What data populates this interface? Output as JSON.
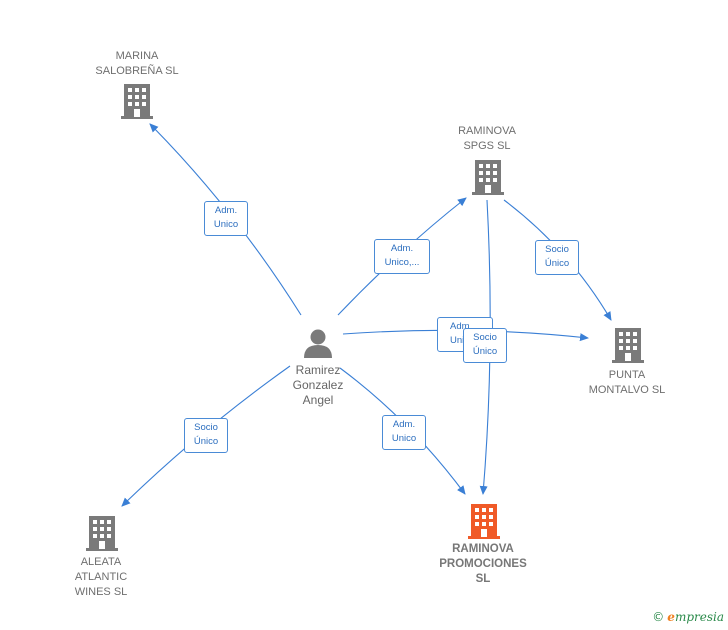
{
  "colors": {
    "edge": "#3a7fd5",
    "building": "#7a7a7a",
    "focus": "#f05a28",
    "person": "#7a7a7a"
  },
  "nodes": {
    "marina": {
      "label": "MARINA\nSALOBREÑA SL",
      "icon": "building-icon"
    },
    "raminova_spgs": {
      "label": "RAMINOVA\nSPGS  SL",
      "icon": "building-icon"
    },
    "punta": {
      "label": "PUNTA\nMONTALVO SL",
      "icon": "building-icon"
    },
    "person": {
      "label": "Ramirez\nGonzalez\nAngel",
      "icon": "person-icon"
    },
    "aleata": {
      "label": "ALEATA\nATLANTIC\nWINES  SL",
      "icon": "building-icon"
    },
    "raminova_prom": {
      "label": "RAMINOVA\nPROMOCIONES\nSL",
      "icon": "building-icon"
    }
  },
  "edges": {
    "e1": "Adm.\nUnico",
    "e2": "Adm.\nUnico,...",
    "e3": "Socio\nÚnico",
    "e4": "Adm.\nUnico",
    "e5": "Socio\nÚnico",
    "e6": "Socio\nÚnico",
    "e7": "Adm.\nUnico"
  },
  "footer": {
    "copyright": "©",
    "brand_initial": "e",
    "brand_rest": "mpresia"
  }
}
